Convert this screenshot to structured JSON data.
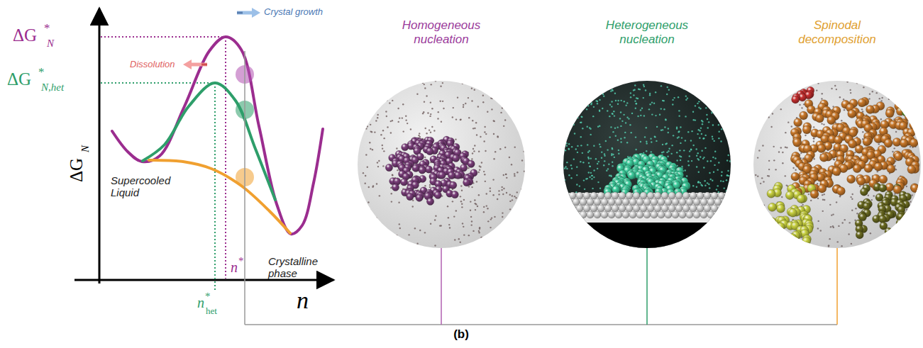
{
  "diagram": {
    "nodes": [
      {
        "text": [
          "Homogeneous nucleation"
        ]
      },
      {
        "text": [
          "Heterogeneous nucleation"
        ]
      },
      {
        "text": [
          "Spinodal decomposition"
        ]
      }
    ],
    "labels": [
      "ΔG",
      "*",
      "N",
      "ΔG",
      "*",
      "N,het",
      "Dissolution",
      "Crystal growth",
      "ΔG",
      "N",
      "Supercooled Liquid",
      "Crystalline phase",
      "n",
      "*",
      "n",
      "*",
      "het",
      "n",
      "(b)"
    ]
  }
}
